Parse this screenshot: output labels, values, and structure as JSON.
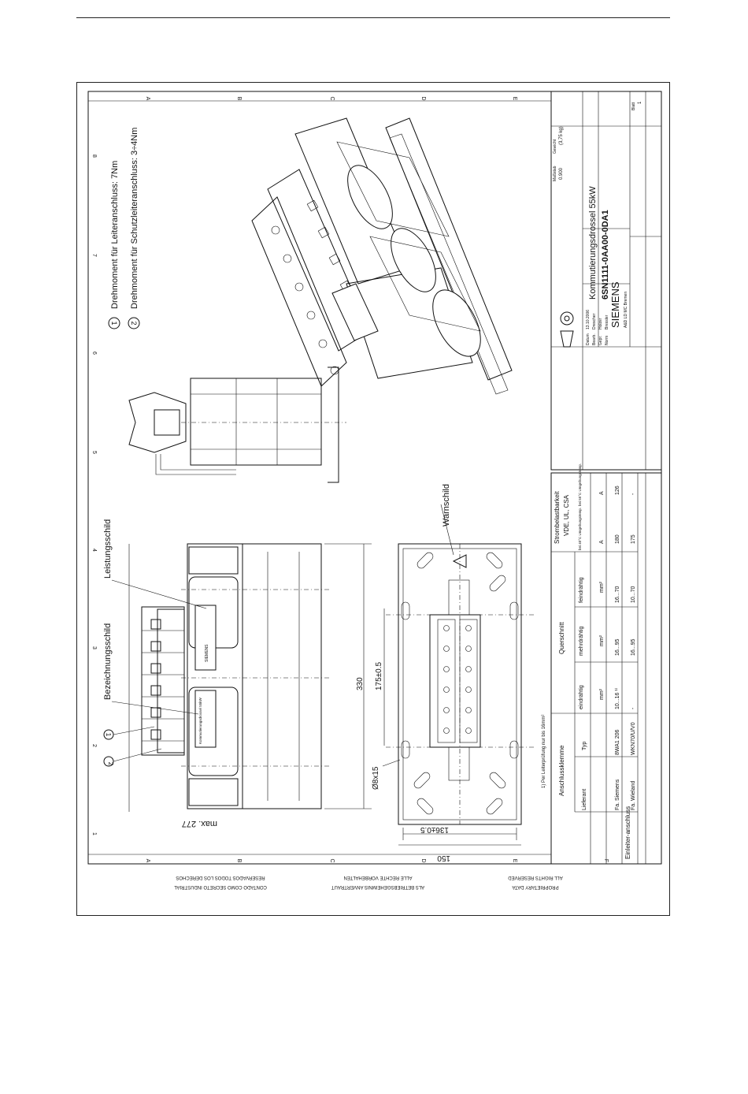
{
  "frame": {
    "rows": [
      "A",
      "B",
      "C",
      "D",
      "E",
      "F"
    ],
    "cols": [
      "1",
      "2",
      "3",
      "4",
      "5",
      "6",
      "7",
      "8"
    ]
  },
  "notes": {
    "note1": "Drehmoment für Leiteranschluss: 7Nm",
    "note2": "Drehmoment für Schutzleiteranschluss: 3÷4Nm",
    "marker1": "1",
    "marker2": "2"
  },
  "labels": {
    "leistungsschild": "Leistungsschild",
    "bezeichnungsschild": "Bezeichnungsschild",
    "warnschild": "Warnschild",
    "plate_brand": "SIEMENS",
    "plate_text": "Kommutierungsdrossel 55kW"
  },
  "dimensions": {
    "d330": "330",
    "d175": "175±0.5",
    "d277": "max. 277",
    "d136": "136±0.5",
    "d150": "150",
    "hole": "Ø8x15"
  },
  "terminal_table": {
    "header_terminal": "Anschlussklemme",
    "header_section": "Querschnitt",
    "header_current": "Strombelastbarkeit",
    "header_current_sub": "VDE, UL, CSA",
    "col_supplier": "Lieferant",
    "col_type": "Typ",
    "col_single": "eindrähtig",
    "col_multi": "mehrdrähtig",
    "col_fine": "feindrähtig",
    "col_40": "bei 40°C Umgebungstemp.",
    "col_55": "bei 55°C Umgebungstemp.",
    "unit_mm2": "mm²",
    "unit_A": "A",
    "row_label": "Einleiter-anschluss",
    "rows": [
      {
        "supplier": "Fa. Siemens",
        "type": "8WA1 206",
        "single": "10...16 ¹⁾",
        "multi": "16...95",
        "fine": "16...70",
        "a40": "180",
        "a55": "126"
      },
      {
        "supplier": "Fa. Wieland",
        "type": "WKN70/U/V0",
        "single": "-",
        "multi": "16...95",
        "fine": "10...70",
        "a40": "175",
        "a55": "-"
      }
    ],
    "footnote": "1) Per Leiterprüfung nur bis 16mm²"
  },
  "title_block": {
    "title": "Kommutierungsdrossel 55kW",
    "part_number": "6SN1111-0AA00-0DA1",
    "company": "SIEMENS",
    "division": "A&D LD MC Bremen",
    "weight_label": "Gewicht",
    "weight": "(3,75 kg)",
    "scale_label": "Maßstab",
    "scale": "0.900",
    "sheet_label": "Blatt",
    "sheet": "1",
    "rows": [
      {
        "k": "Datum",
        "v": "13.10.2006"
      },
      {
        "k": "Bearb.",
        "v": "Drescher"
      },
      {
        "k": "Gepr.",
        "v": "Holzer"
      },
      {
        "k": "Norm",
        "v": "Bressler"
      }
    ]
  },
  "border_text": {
    "line1": "RESERVADOS TODOS LOS DERECHOS",
    "line2": "CONTADO COMO SECRETO INDUSTRIAL",
    "line3": "ALLE RECHTE VORBEHALTEN",
    "line4": "ALS BETRIEBSGEHEIMNIS ANVERTRAUT",
    "line5": "ALL RIGHTS RESERVED",
    "line6": "PROPRIETARY DATA"
  }
}
